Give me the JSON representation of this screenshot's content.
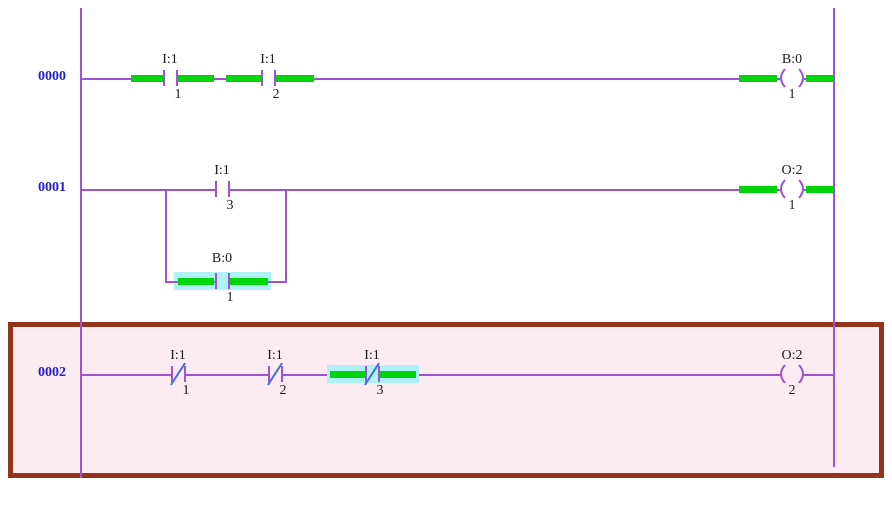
{
  "colors": {
    "wire": "#9e53d2",
    "rung_number": "#2222cc",
    "label": "#1b1b1b",
    "energized": "#00d40a",
    "selection": "#aef2f6",
    "slash": "#4a6fdd",
    "highlight_border": "#93341a",
    "highlight_fill": "#fcebf1"
  },
  "rungs": [
    {
      "number": "0000",
      "selected": false,
      "elements": [
        {
          "type": "contact-no",
          "label": "I:1",
          "pin": "1",
          "state": "on",
          "selected": false
        },
        {
          "type": "contact-no",
          "label": "I:1",
          "pin": "2",
          "state": "on",
          "selected": false
        },
        {
          "type": "coil",
          "label": "B:0",
          "pin": "1",
          "state": "on",
          "selected": false
        }
      ]
    },
    {
      "number": "0001",
      "selected": false,
      "elements": [
        {
          "type": "contact-no",
          "label": "I:1",
          "pin": "3",
          "state": "off",
          "selected": false
        },
        {
          "type": "contact-no",
          "label": "B:0",
          "pin": "1",
          "state": "on",
          "selected": true,
          "branch": true
        },
        {
          "type": "coil",
          "label": "O:2",
          "pin": "1",
          "state": "on",
          "selected": false
        }
      ]
    },
    {
      "number": "0002",
      "selected": true,
      "elements": [
        {
          "type": "contact-nc",
          "label": "I:1",
          "pin": "1",
          "state": "off",
          "selected": false
        },
        {
          "type": "contact-nc",
          "label": "I:1",
          "pin": "2",
          "state": "off",
          "selected": false
        },
        {
          "type": "contact-nc",
          "label": "I:1",
          "pin": "3",
          "state": "on",
          "selected": true
        },
        {
          "type": "coil",
          "label": "O:2",
          "pin": "2",
          "state": "off",
          "selected": false
        }
      ]
    }
  ]
}
